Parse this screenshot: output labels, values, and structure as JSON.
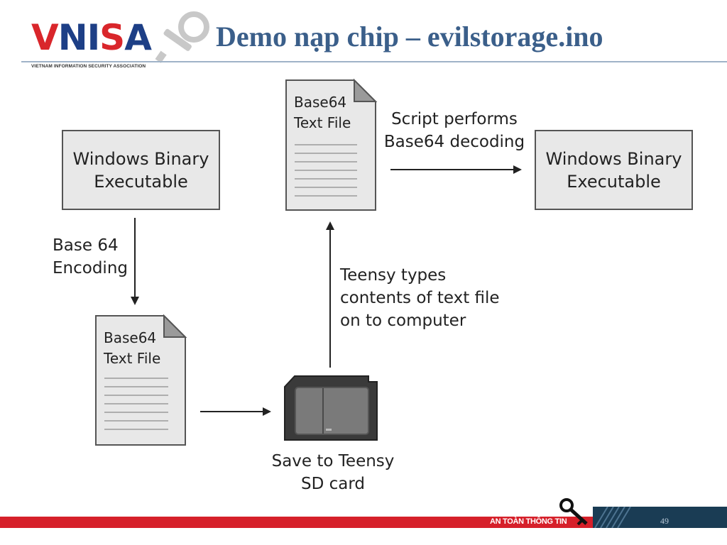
{
  "header": {
    "logo_text": "VNISA",
    "logo_subtitle": "VIETNAM INFORMATION SECURITY ASSOCIATION",
    "title": "Demo nạp chip – evilstorage.ino"
  },
  "diagram": {
    "box_left": "Windows Binary\nExecutable",
    "box_right": "Windows Binary\nExecutable",
    "doc_top": "Base64\nText File",
    "doc_bottom": "Base64\nText File",
    "label_encoding": "Base 64\nEncoding",
    "label_decoding": "Script performs\nBase64 decoding",
    "label_teensy_types": "Teensy types\ncontents of text file\non to computer",
    "label_save": "Save to Teensy\nSD card"
  },
  "footer": {
    "label": "AN TOÀN THÔNG TIN",
    "page_number": "49"
  },
  "colors": {
    "title": "#3b5f8a",
    "footer_red": "#d6202a",
    "footer_dark": "#1a3c54",
    "box_fill": "#e8e8e8"
  }
}
